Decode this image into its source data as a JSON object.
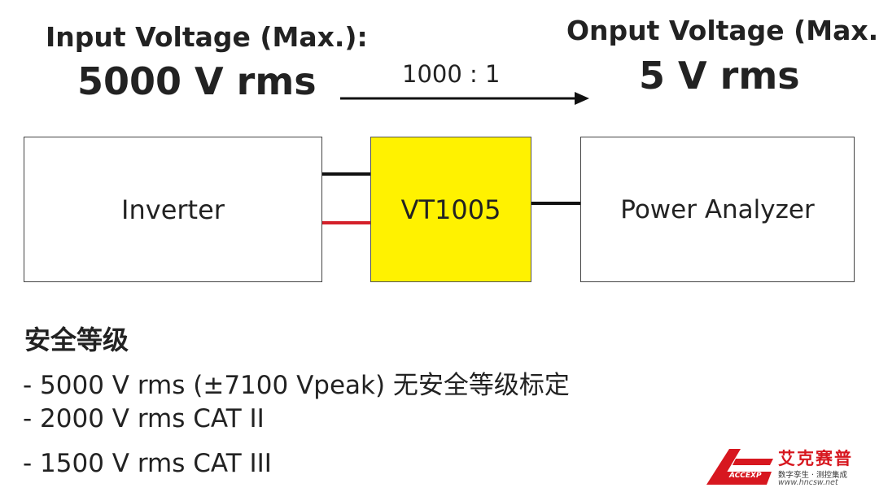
{
  "diagram": {
    "input_label": "Input Voltage (Max.):",
    "input_value": "5000 V rms",
    "output_label": "Onput Voltage (Max.):",
    "output_value": "5 V rms",
    "ratio": "1000 : 1",
    "boxes": {
      "inverter": "Inverter",
      "vt": "VT1005",
      "analyzer": "Power Analyzer"
    }
  },
  "safety": {
    "title": "安全等级",
    "items": [
      "- 5000 V rms (±7100 Vpeak) 无安全等级标定",
      "- 2000 V rms CAT II",
      "- 1500 V rms CAT III"
    ]
  },
  "logo": {
    "brand": "艾克赛普",
    "tagline": "数字孪生 · 测控集成",
    "url": "www.hncsw.net",
    "mark_text": "ACCEXP"
  },
  "colors": {
    "vt_box": "#fff200",
    "red_wire": "#d4202a",
    "black_wire": "#111111",
    "logo_red": "#d7171f"
  }
}
